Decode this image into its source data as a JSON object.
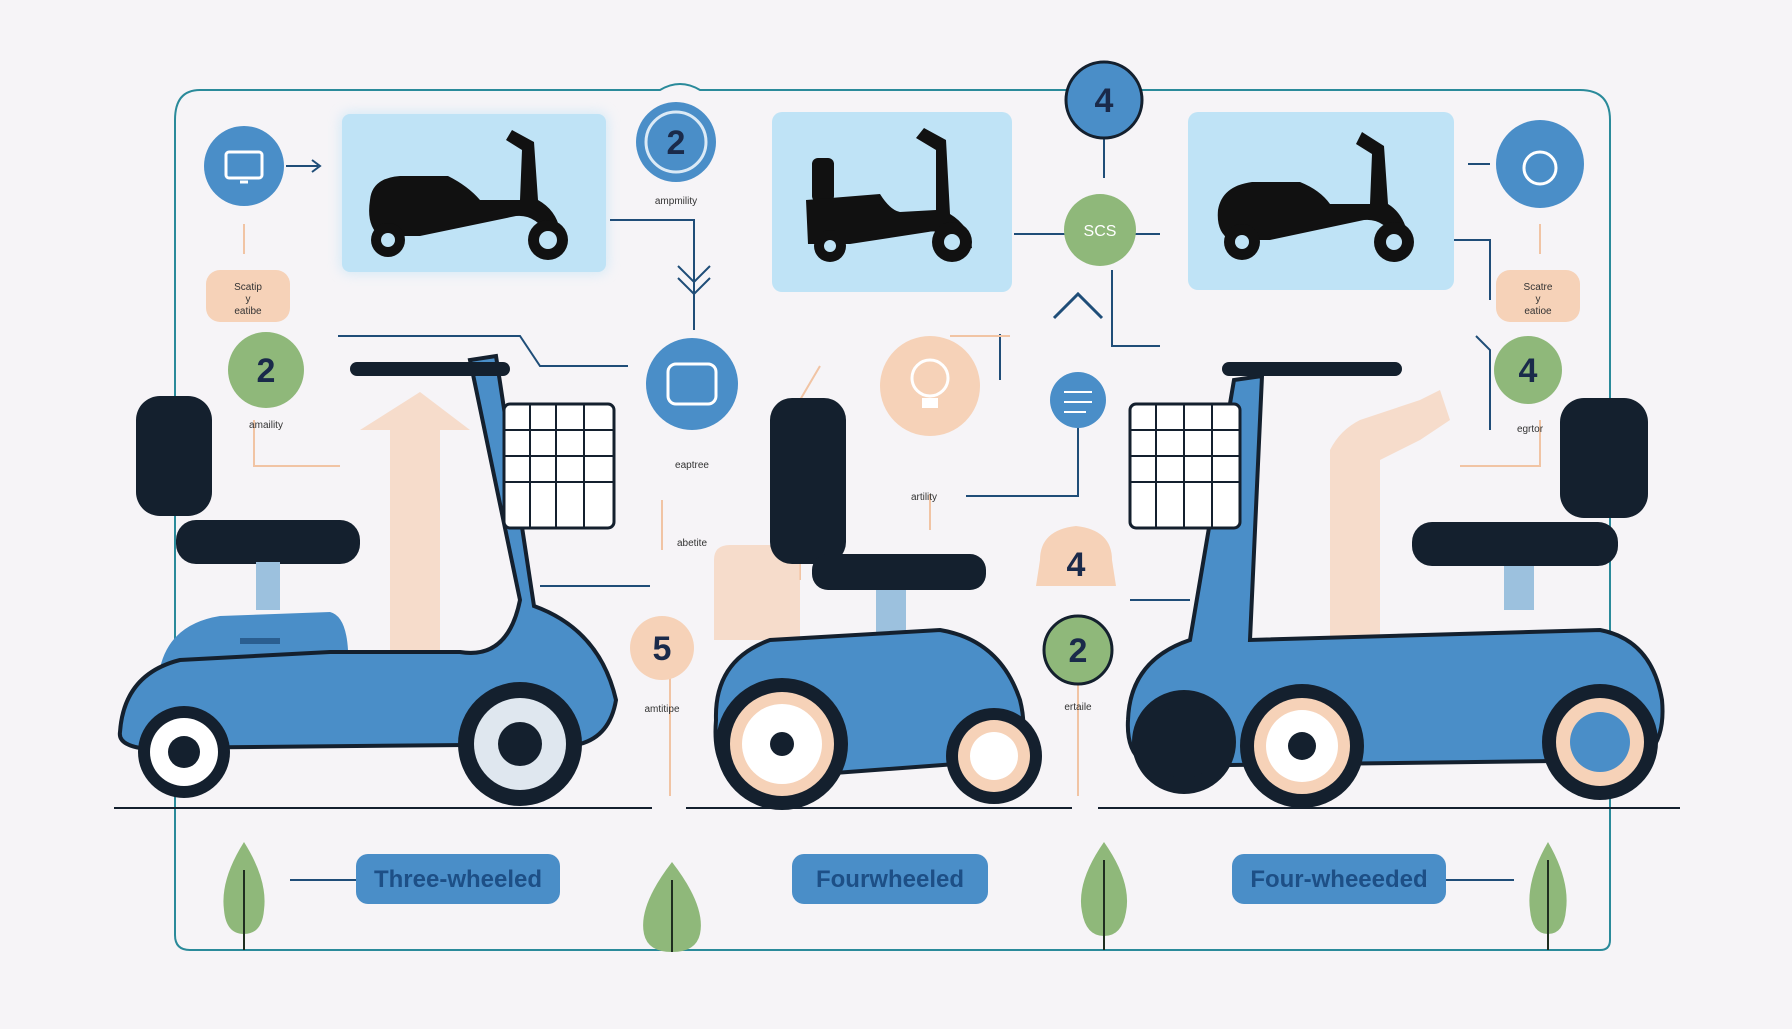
{
  "colors": {
    "background": "#f6f4f7",
    "frame": "#2a8a9a",
    "blue": "#4a8ec8",
    "lightblue": "#bfe3f6",
    "green": "#8fb87a",
    "peach": "#f6d2b8",
    "dark": "#14202e",
    "line": "#1f4d78"
  },
  "top_center_badge": "4",
  "scs_badge": "SCS",
  "badges": {
    "top_a": "2",
    "left_green": "2",
    "right_green": "4",
    "mid_five": "5",
    "mid_four": "4",
    "mid_two_green": "2"
  },
  "captions": {
    "left_peach": "Scatip\ny\neatibe",
    "right_peach": "Scatre\ny\neatioe",
    "under_top_a": "ampmility",
    "under_left_green": "amaility",
    "under_van": "eaptree",
    "under_van_2": "abetite",
    "under_bulb": "artility",
    "under_five": "amtitipe",
    "under_two": "ertaile",
    "under_right_green": "egrtor"
  },
  "icons": [
    "monitor-icon",
    "van-icon",
    "bulb-icon",
    "chart-icon",
    "bell-icon",
    "accessibility-icon",
    "tree-icon"
  ],
  "labels": {
    "left": "Three-wheeled",
    "center": "Fourwheeled",
    "right": "Four-wheeeded"
  }
}
